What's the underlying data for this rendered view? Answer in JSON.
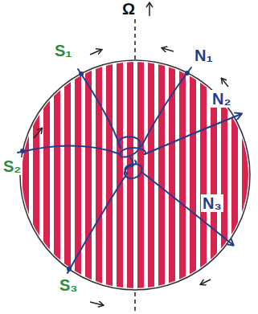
{
  "diagram": {
    "labels": [
      "Ω",
      "S₁",
      "N₁",
      "S₂",
      "N₂",
      "N₃",
      "S₃"
    ]
  }
}
